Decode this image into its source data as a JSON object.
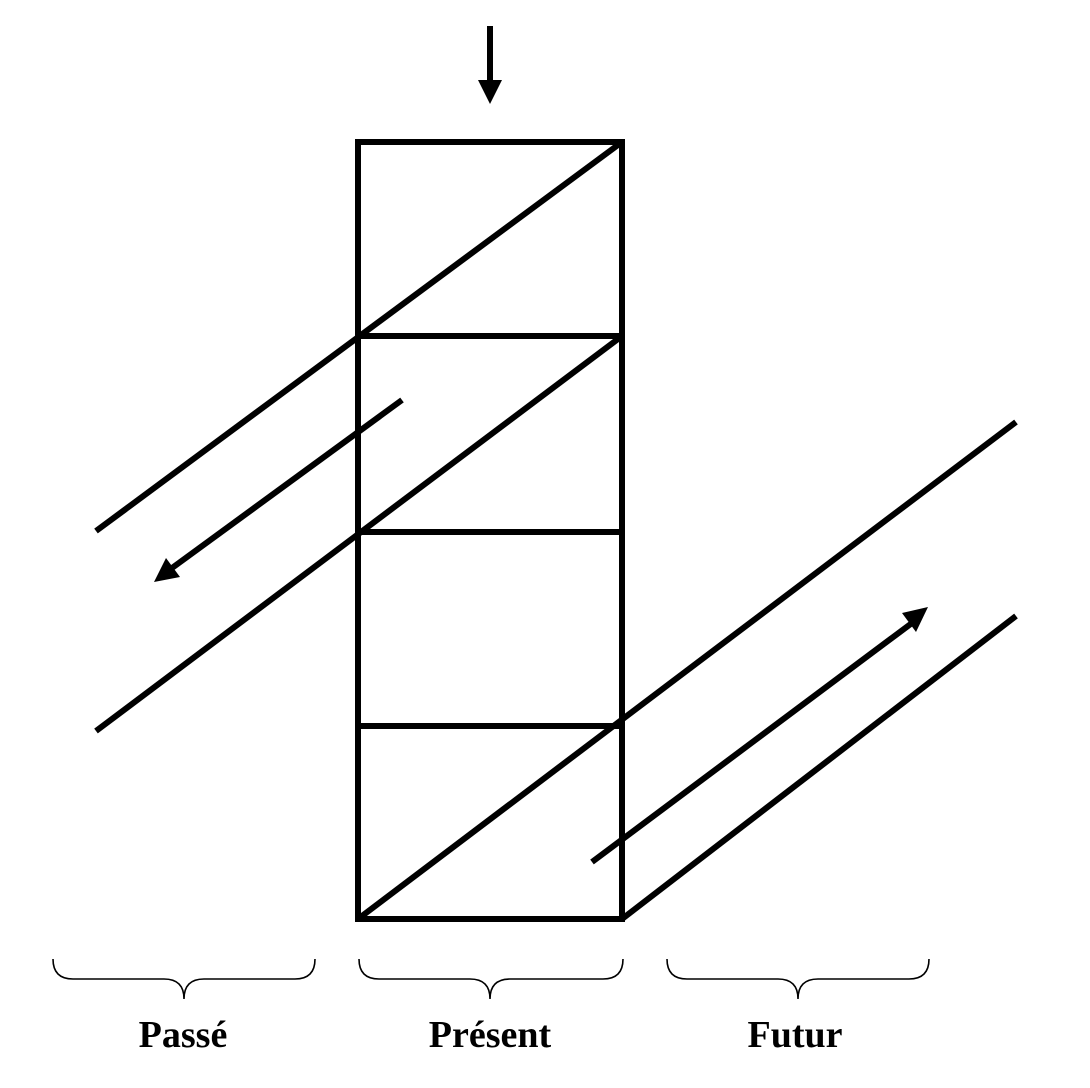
{
  "labels": {
    "past": "Passé",
    "present": "Présent",
    "future": "Futur"
  },
  "colors": {
    "ink": "#000000",
    "background": "#ffffff"
  }
}
